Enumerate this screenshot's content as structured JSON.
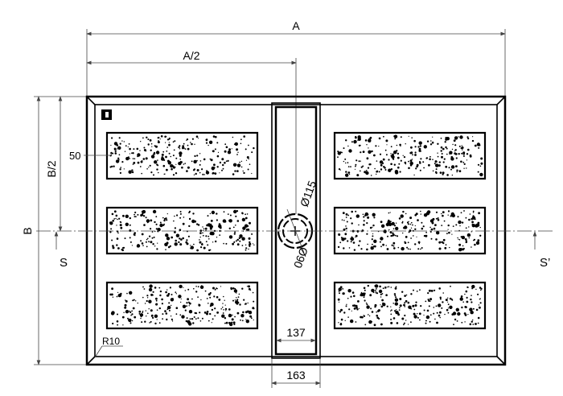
{
  "dimensions": {
    "width_label": "A",
    "half_width_label": "A/2",
    "height_label": "B",
    "half_height_label": "B/2",
    "pad_offset_label": "50",
    "drain_diameter_outer": "Ø115",
    "drain_diameter_inner": "Ø90",
    "channel_inner_width": "137",
    "channel_outer_width": "163",
    "corner_radius": "R10"
  },
  "section": {
    "left_label": "S",
    "right_label": "S’"
  },
  "colors": {
    "line": "#000000",
    "dimension": "#444444"
  }
}
